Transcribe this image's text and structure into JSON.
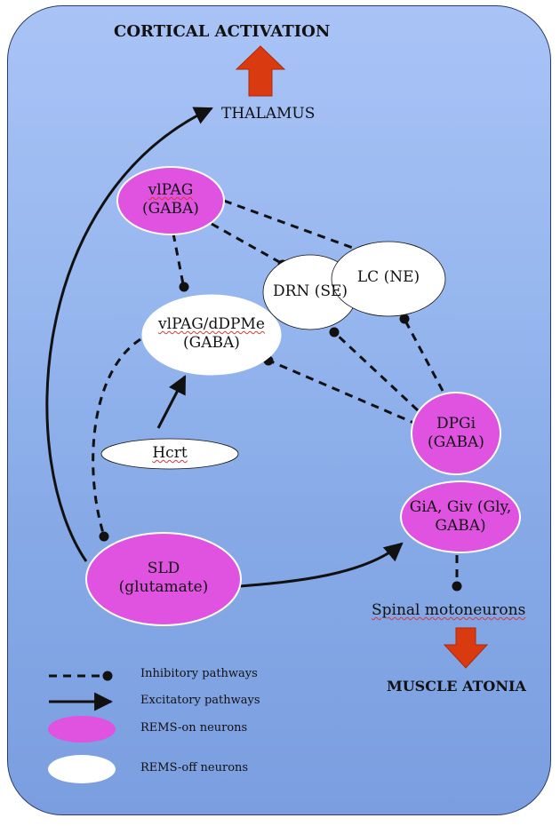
{
  "header": {
    "title": "CORTICAL ACTIVATION",
    "thalamus": "THALAMUS"
  },
  "nodes": {
    "vlpag": {
      "line1": "vlPAG",
      "line2": "(GABA)"
    },
    "drn": {
      "label": "DRN (SE)"
    },
    "lc": {
      "label": "LC (NE)"
    },
    "vlpag_ddpme": {
      "line1": "vlPAG/dDPMe",
      "line2": "(GABA)"
    },
    "hcrt": {
      "label": "Hcrt"
    },
    "dpgi": {
      "line1": "DPGi",
      "line2": "(GABA)"
    },
    "gia": {
      "line1": "GiA, Giv (Gly,",
      "line2": "GABA)"
    },
    "sld": {
      "line1": "SLD",
      "line2": "(glutamate)"
    }
  },
  "bottom": {
    "spinal": "Spinal motoneurons",
    "atonia": "MUSCLE ATONIA"
  },
  "legend": {
    "inhibitory": "Inhibitory pathways",
    "excitatory": "Excitatory pathways",
    "rems_on": "REMS-on neurons",
    "rems_off": "REMS-off neurons"
  },
  "colors": {
    "rems_on": "#e052e0",
    "rems_off": "#ffffff",
    "arrow_red": "#d93a10",
    "line": "#111111"
  }
}
